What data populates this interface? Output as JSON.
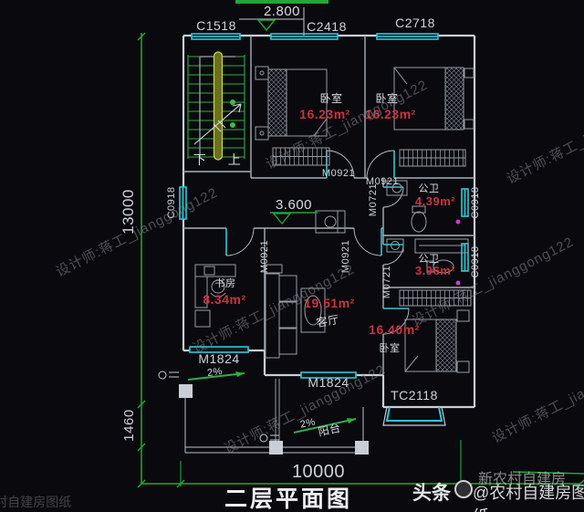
{
  "plan": {
    "title": "二层平面图",
    "levels": {
      "upper": "2.800",
      "main": "3.600"
    },
    "dims": {
      "width": "10000",
      "height": "13000",
      "balcony": "1460"
    },
    "slope": "2%",
    "stairs": {
      "down": "下",
      "up": "上"
    },
    "balcony_label": "阳台",
    "openings": {
      "c1518": "C1518",
      "c2418": "C2418",
      "c2718": "C2718",
      "c0918": "C0918",
      "tc2118": "TC2118",
      "m0921": "M0921",
      "m0721": "M0721",
      "m1824": "M1824"
    },
    "rooms": {
      "bedroom_top_mid": {
        "name": "卧室",
        "area": "16.23m²"
      },
      "bedroom_top_right": {
        "name": "卧室",
        "area": "16.23m²"
      },
      "bath_upper": {
        "name": "公卫",
        "area": "4.39m²"
      },
      "bath_lower": {
        "name": "公卫",
        "area": "3.96m²"
      },
      "study": {
        "name": "书房",
        "area": "8.34m²"
      },
      "living": {
        "name": "客厅",
        "area": "19.51m²"
      },
      "bedroom_bottom": {
        "name": "卧室",
        "area": "16.40m²"
      }
    }
  },
  "watermarks": {
    "designer": "设计师:蒋工_jianggong122",
    "brand_prefix": "头条",
    "brand_handle": "@农村自建房图纸",
    "brand_overlay": "新农村自建房",
    "corner_faint": "@农村自建房图纸"
  },
  "colors": {
    "background": "#0a0a0e",
    "wall": "#c9ced6",
    "window": "#33c5d5",
    "dimension": "#22a637",
    "area_text": "#c9333f",
    "stair": "#2fae3e"
  }
}
